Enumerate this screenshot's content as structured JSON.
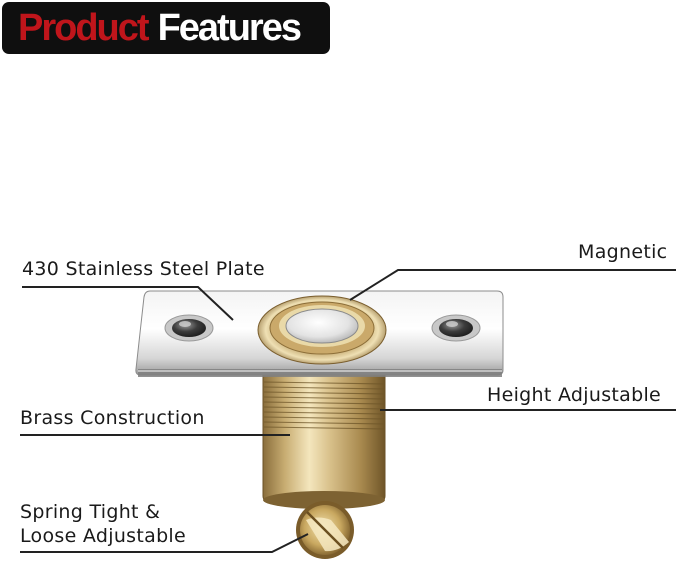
{
  "banner": {
    "word1": "Product",
    "word2": "Features",
    "accent_color": "#c0151b",
    "background_color": "#0f0f0f"
  },
  "features": {
    "plate": "430 Stainless Steel Plate",
    "magnetic": "Magnetic",
    "height": "Height Adjustable",
    "brass": "Brass Construction",
    "spring_line1": "Spring Tight &",
    "spring_line2": "Loose Adjustable"
  }
}
